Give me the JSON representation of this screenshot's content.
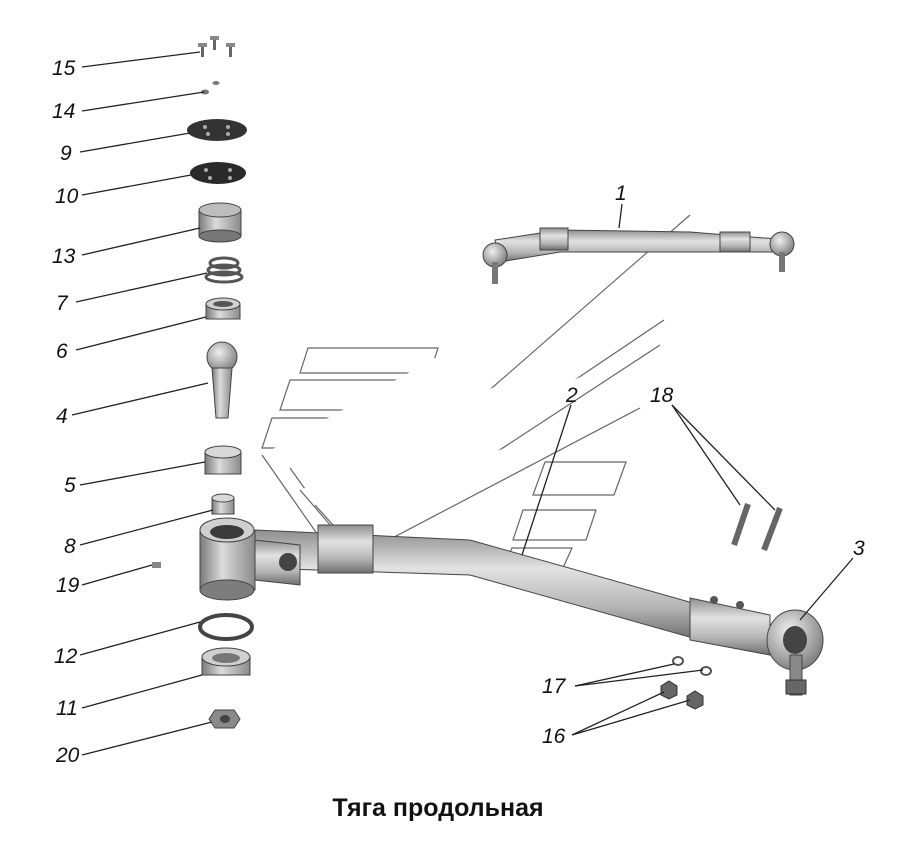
{
  "title": "Тяга продольная",
  "callouts": {
    "c15": "15",
    "c14": "14",
    "c9": "9",
    "c10": "10",
    "c13": "13",
    "c7": "7",
    "c6": "6",
    "c4": "4",
    "c5": "5",
    "c8": "8",
    "c19": "19",
    "c12": "12",
    "c11": "11",
    "c20": "20",
    "c1": "1",
    "c2": "2",
    "c18": "18",
    "c3": "3",
    "c17": "17",
    "c16": "16"
  },
  "colors": {
    "ink": "#111111",
    "metal_light": "#d6d6d6",
    "metal_mid": "#a9a9a9",
    "metal_dark": "#5a5a5a",
    "outline": "#666666"
  }
}
